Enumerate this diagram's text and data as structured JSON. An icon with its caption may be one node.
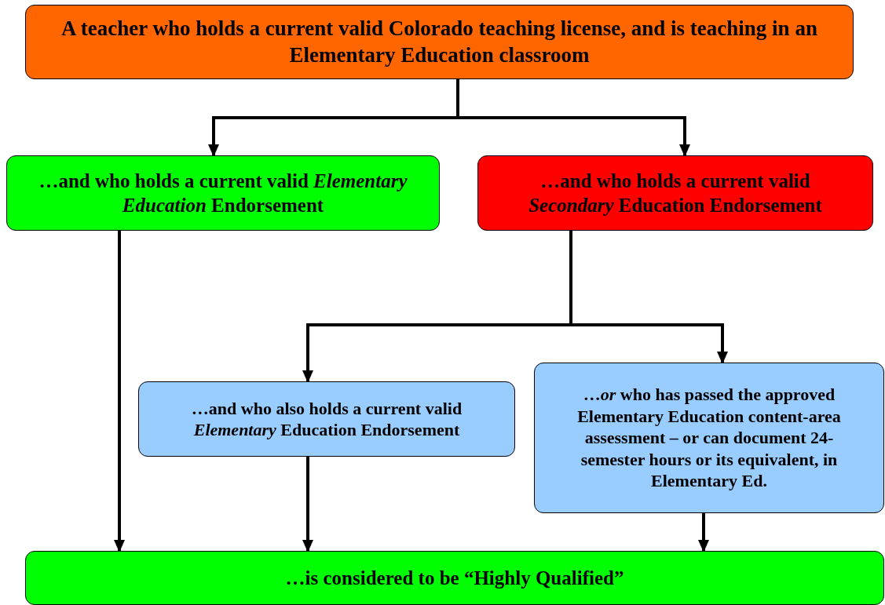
{
  "diagram": {
    "nodes": [
      {
        "text": [
          "A teacher who holds a current valid Colorado teaching license, and is teaching in an Elementary Education classroom"
        ]
      },
      {
        "text": [
          "…and who holds a current valid *Elementary Education* Endorsement"
        ]
      },
      {
        "text": [
          "…and who holds a current valid *Secondary* Education Endorsement"
        ]
      },
      {
        "text": [
          "…and who also holds a current valid *Elementary* Education Endorsement"
        ]
      },
      {
        "text": [
          "…*or* who has passed the approved Elementary Education content-area assessment – or can document 24-semester hours or its equivalent, in Elementary Ed."
        ]
      },
      {
        "text": [
          "…is considered to be “Highly Qualified”"
        ]
      }
    ],
    "edges": [
      {
        "from": 0,
        "to": 1,
        "arrow": "to"
      },
      {
        "from": 0,
        "to": 2,
        "arrow": "to"
      },
      {
        "from": 2,
        "to": 3,
        "arrow": "to"
      },
      {
        "from": 2,
        "to": 4,
        "arrow": "to"
      },
      {
        "from": 1,
        "to": 5,
        "arrow": "to"
      },
      {
        "from": 3,
        "to": 5,
        "arrow": "to"
      },
      {
        "from": 4,
        "to": 5,
        "arrow": "to"
      }
    ]
  }
}
